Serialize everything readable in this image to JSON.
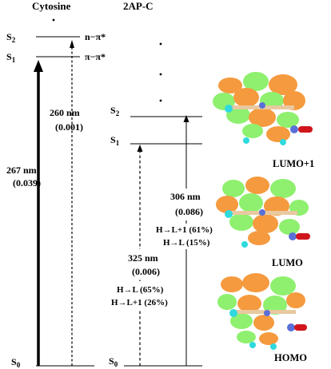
{
  "headings": {
    "left": "Cytosine",
    "right": "2AP-C"
  },
  "cytosine": {
    "levels": [
      {
        "state": "S",
        "sub": "2",
        "label": "n−π*"
      },
      {
        "state": "S",
        "sub": "1",
        "label": "π−π*"
      },
      {
        "state": "S",
        "sub": "0",
        "label": ""
      }
    ],
    "transitions": [
      {
        "wavelength": "267 nm",
        "osc": "(0.039)",
        "style": "solid-bold"
      },
      {
        "wavelength": "260 nm",
        "osc": "(0.001)",
        "style": "dashed"
      }
    ]
  },
  "ap": {
    "levels": [
      {
        "state": "S",
        "sub": "2"
      },
      {
        "state": "S",
        "sub": "1"
      },
      {
        "state": "S",
        "sub": "0"
      }
    ],
    "transitions": [
      {
        "wavelength": "306 nm",
        "osc": "(0.086)",
        "comp1": "H→L+1 (61%)",
        "comp2": "H→L (15%)",
        "style": "solid"
      },
      {
        "wavelength": "325 nm",
        "osc": "(0.006)",
        "comp1": "H→L (65%)",
        "comp2": "H→L+1 (26%)",
        "style": "dashed"
      }
    ]
  },
  "orbitals": [
    {
      "label": "LUMO+1"
    },
    {
      "label": "LUMO"
    },
    {
      "label": "HOMO"
    }
  ],
  "colors": {
    "lobe_orange": "#f59a3e",
    "lobe_green": "#8ef06e",
    "atom_cyan": "#2fd9de",
    "atom_blue": "#5b6fd8",
    "atom_red": "#d0151c",
    "bond_tan": "#e8c9a0"
  }
}
